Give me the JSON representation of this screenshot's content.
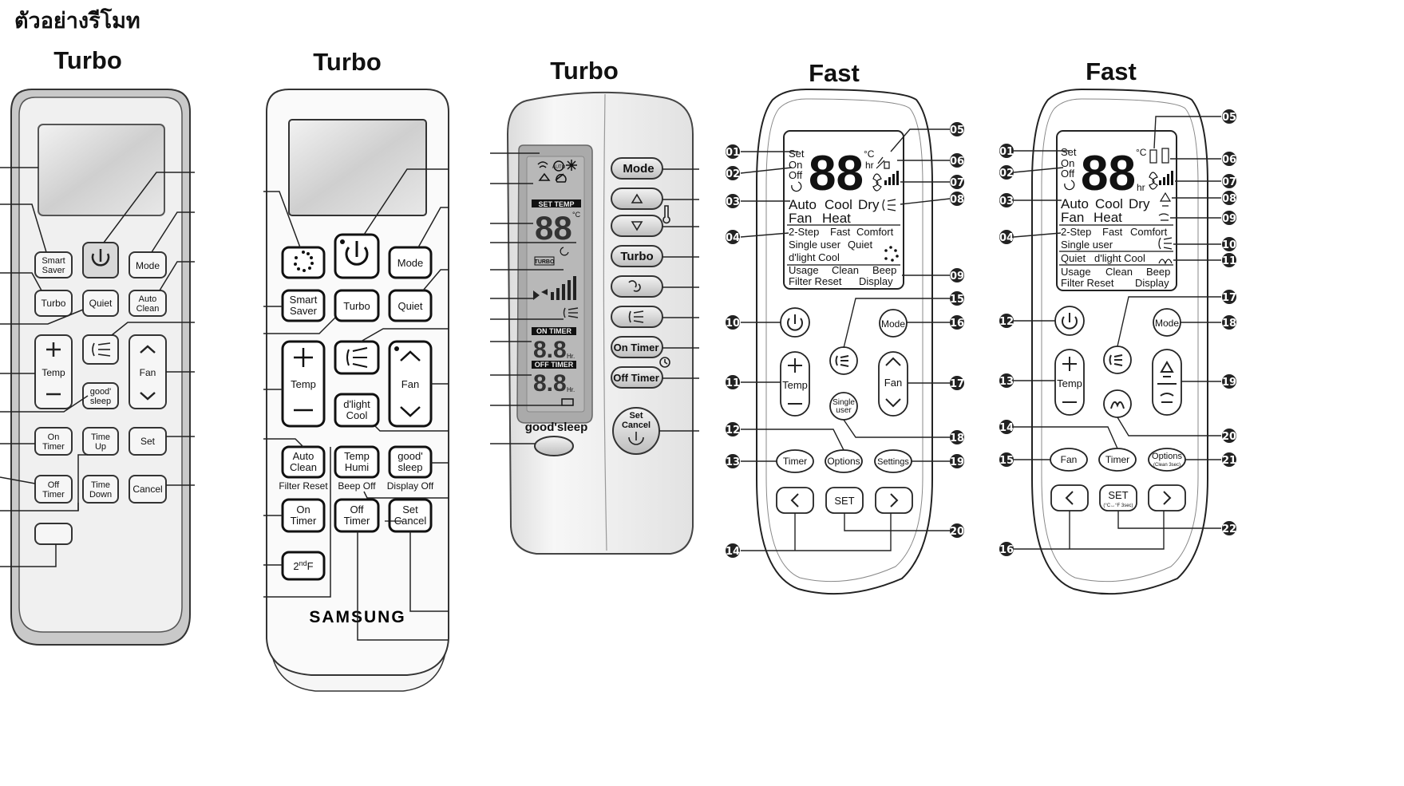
{
  "heading": "ตัวอย่างรีโมท",
  "remotes": [
    {
      "title": "Turbo",
      "buttons": {
        "smart_saver": "Smart Saver",
        "mode": "Mode",
        "turbo": "Turbo",
        "quiet": "Quiet",
        "auto_clean": "Auto Clean",
        "temp": "Temp",
        "fan": "Fan",
        "good_sleep": "good' sleep",
        "on_timer": "On Timer",
        "time_up": "Time Up",
        "set": "Set",
        "off_timer": "Off Timer",
        "time_down": "Time Down",
        "cancel": "Cancel"
      }
    },
    {
      "title": "Turbo",
      "buttons": {
        "mode": "Mode",
        "smart_saver": "Smart Saver",
        "turbo": "Turbo",
        "quiet": "Quiet",
        "temp": "Temp",
        "fan": "Fan",
        "dlight_cool": "d'light Cool",
        "auto_clean": "Auto Clean",
        "temp_humi": "Temp Humi",
        "good_sleep": "good' sleep",
        "on_timer": "On Timer",
        "off_timer": "Off Timer",
        "set_cancel": "Set Cancel",
        "second_f": "2ndF"
      },
      "sublabels": {
        "filter_reset": "Filter Reset",
        "beep_off": "Beep Off",
        "display_off": "Display Off"
      },
      "brand": "SAMSUNG"
    },
    {
      "title": "Turbo",
      "buttons": {
        "mode": "Mode",
        "turbo": "Turbo",
        "on_timer": "On Timer",
        "off_timer": "Off Timer",
        "set_cancel": "Set Cancel",
        "good_sleep": "good'sleep"
      },
      "display": {
        "set_temp": "SET TEMP",
        "turbo": "TURBO",
        "on_timer": "ON TIMER",
        "off_timer": "OFF TIMER",
        "digits": "88",
        "digits_timer": "8.8",
        "hr": "Hr.",
        "celsius": "°C"
      }
    },
    {
      "title": "Fast",
      "display": {
        "set": "Set",
        "on": "On",
        "off": "Off",
        "digits": "88",
        "celsius": "°C",
        "hr": "hr",
        "auto": "Auto",
        "cool": "Cool",
        "dry": "Dry",
        "fan": "Fan",
        "heat": "Heat",
        "two_step": "2-Step",
        "fast": "Fast",
        "comfort": "Comfort",
        "single_user": "Single user",
        "quiet": "Quiet",
        "dlight_cool": "d'light Cool",
        "usage": "Usage",
        "clean": "Clean",
        "beep": "Beep",
        "filter_reset": "Filter Reset",
        "display": "Display"
      },
      "buttons": {
        "mode": "Mode",
        "temp": "Temp",
        "fan": "Fan",
        "single_user": "Single user",
        "timer": "Timer",
        "options": "Options",
        "settings": "Settings",
        "set": "SET"
      },
      "callouts": [
        "01",
        "02",
        "03",
        "04",
        "05",
        "06",
        "07",
        "08",
        "09",
        "10",
        "11",
        "12",
        "13",
        "14",
        "15",
        "16",
        "17",
        "18",
        "19",
        "20"
      ]
    },
    {
      "title": "Fast",
      "display": {
        "set": "Set",
        "on": "On",
        "off": "Off",
        "digits": "88",
        "celsius": "°C",
        "hr": "hr",
        "auto": "Auto",
        "cool": "Cool",
        "dry": "Dry",
        "fan": "Fan",
        "heat": "Heat",
        "two_step": "2-Step",
        "fast": "Fast",
        "comfort": "Comfort",
        "single_user": "Single user",
        "quiet": "Quiet",
        "dlight_cool": "d'light Cool",
        "usage": "Usage",
        "clean": "Clean",
        "beep": "Beep",
        "filter_reset": "Filter Reset",
        "display": "Display"
      },
      "buttons": {
        "mode": "Mode",
        "temp": "Temp",
        "fan": "Fan",
        "timer": "Timer",
        "options": "Options",
        "options_sub": "(Clean 3sec)",
        "set": "SET",
        "set_sub": "(°C↔°F 3sec)"
      },
      "callouts": [
        "01",
        "02",
        "03",
        "04",
        "05",
        "06",
        "07",
        "08",
        "09",
        "10",
        "11",
        "12",
        "13",
        "14",
        "15",
        "16",
        "17",
        "18",
        "19",
        "20",
        "21",
        "22"
      ]
    }
  ]
}
